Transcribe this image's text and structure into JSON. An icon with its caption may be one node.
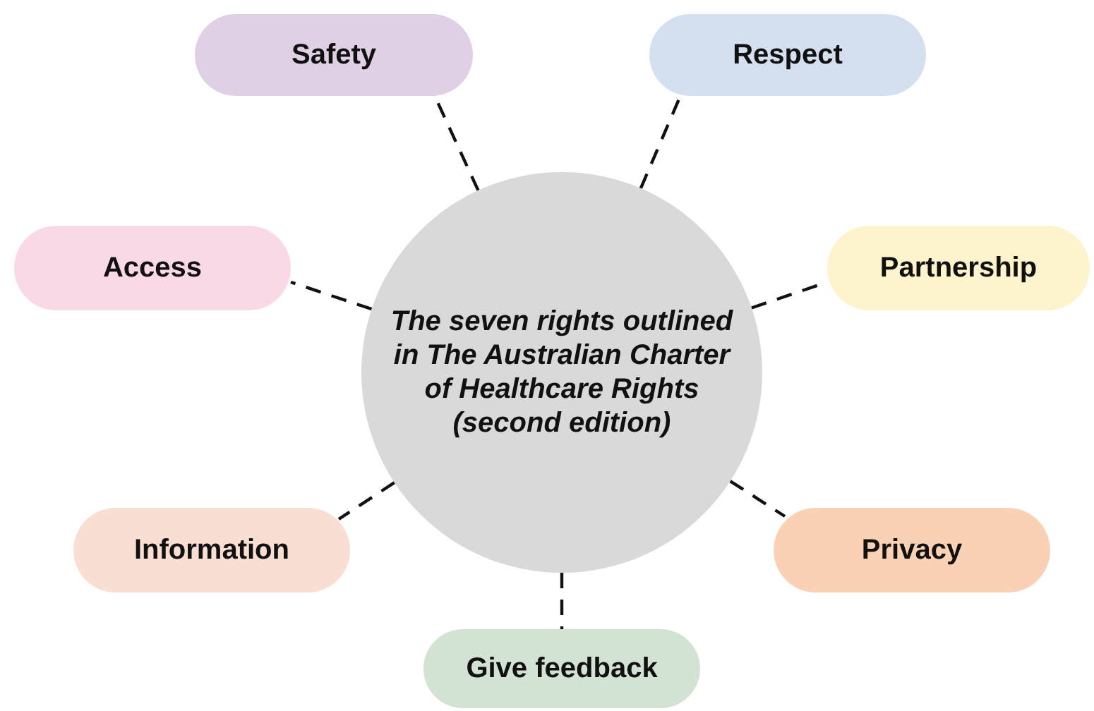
{
  "diagram": {
    "nodes": [
      {
        "text": [
          "The seven rights outlined in The Australian Charter of Healthcare Rights (second edition)"
        ]
      },
      {
        "text": [
          "Safety"
        ]
      },
      {
        "text": [
          "Respect"
        ]
      },
      {
        "text": [
          "Access"
        ]
      },
      {
        "text": [
          "Partnership"
        ]
      },
      {
        "text": [
          "Information"
        ]
      },
      {
        "text": [
          "Privacy"
        ]
      },
      {
        "text": [
          "Give feedback"
        ]
      }
    ],
    "edges": [
      {
        "from": 0,
        "to": 1,
        "arrow": "none",
        "style": "dashed"
      },
      {
        "from": 0,
        "to": 2,
        "arrow": "none",
        "style": "dashed"
      },
      {
        "from": 0,
        "to": 3,
        "arrow": "none",
        "style": "dashed"
      },
      {
        "from": 0,
        "to": 4,
        "arrow": "none",
        "style": "dashed"
      },
      {
        "from": 0,
        "to": 5,
        "arrow": "none",
        "style": "dashed"
      },
      {
        "from": 0,
        "to": 6,
        "arrow": "none",
        "style": "dashed"
      },
      {
        "from": 0,
        "to": 7,
        "arrow": "none",
        "style": "dashed"
      }
    ]
  }
}
